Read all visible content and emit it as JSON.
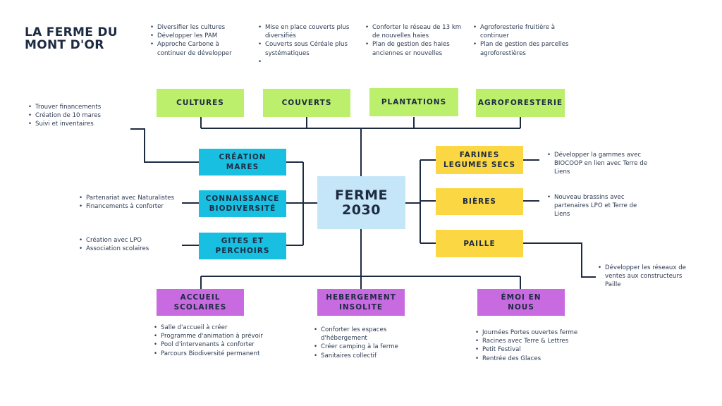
{
  "title_line1": "LA FERME DU",
  "title_line2": "MONT D'OR",
  "center": {
    "line1": "FERME",
    "line2": "2030"
  },
  "nodes": {
    "cultures": "CULTURES",
    "couverts": "COUVERTS",
    "plantations": "PLANTATIONS",
    "agroforesterie": "AGROFORESTERIE",
    "creation_mares": {
      "line1": "CRÉATION",
      "line2": "MARES"
    },
    "connaissance": {
      "line1": "CONNAISSANCE",
      "line2": "BIODIVERSITÉ"
    },
    "gites": {
      "line1": "GITES ET",
      "line2": "PERCHOIRS"
    },
    "farines": {
      "line1": "FARINES",
      "line2": "LEGUMES SECS"
    },
    "bieres": "BIÈRES",
    "paille": "PAILLE",
    "accueil": {
      "line1": "ACCUEIL",
      "line2": "SCOLAIRES"
    },
    "hebergement": {
      "line1": "HEBERGEMENT",
      "line2": "INSOLITE"
    },
    "emoi": {
      "line1": "ÉMOI EN",
      "line2": "NOUS"
    }
  },
  "lists": {
    "cultures": [
      "Diversifier les cultures",
      "Développer les PAM",
      "Approche Carbone à continuer de développer"
    ],
    "couverts": [
      "Mise en place couverts plus diversifiés",
      "Couverts sous Céréale plus systématiques",
      ""
    ],
    "plantations": [
      "Conforter le réseau de 13 km de nouvelles haies",
      "Plan de gestion des haies anciennes er nouvelles"
    ],
    "agroforesterie": [
      "Agroforesterie fruitière à continuer",
      "Plan de gestion des parcelles agroforestières"
    ],
    "mares": [
      "Trouver financements",
      "Création de 10 mares",
      "Suivi et inventaires"
    ],
    "connaissance": [
      "Partenariat avec Naturalistes",
      "Financements à conforter"
    ],
    "gites": [
      "Création avec LPO",
      "Association scolaires"
    ],
    "farines": [
      "Développer la gammes avec BIOCOOP en lien avec Terre de Liens"
    ],
    "bieres": [
      "Nouveau brassins avec partenaires LPO et Terre de Liens"
    ],
    "paille": [
      "Développer les réseaux de ventes  aux constructeurs Paille"
    ],
    "accueil": [
      "Salle d'accueil à créer",
      "Programme d'animation à prévoir",
      "Pool d'intervenants à conforter",
      "Parcours Biodiversité permanent"
    ],
    "hebergement": [
      "Conforter les espaces d'hébergement",
      "Créer camping à la ferme",
      "Sanitaires collectif"
    ],
    "emoi": [
      "Journées Portes ouvertes ferme",
      "Racines avec Terre & Lettres",
      "Petit Festival",
      "Rentrée des Glaces"
    ]
  },
  "colors": {
    "green": "#bcef6b",
    "blue": "#19bfe0",
    "yellow": "#fbd743",
    "purple": "#c86ae0",
    "center": "#c5e6f8",
    "line": "#1d2b42"
  }
}
